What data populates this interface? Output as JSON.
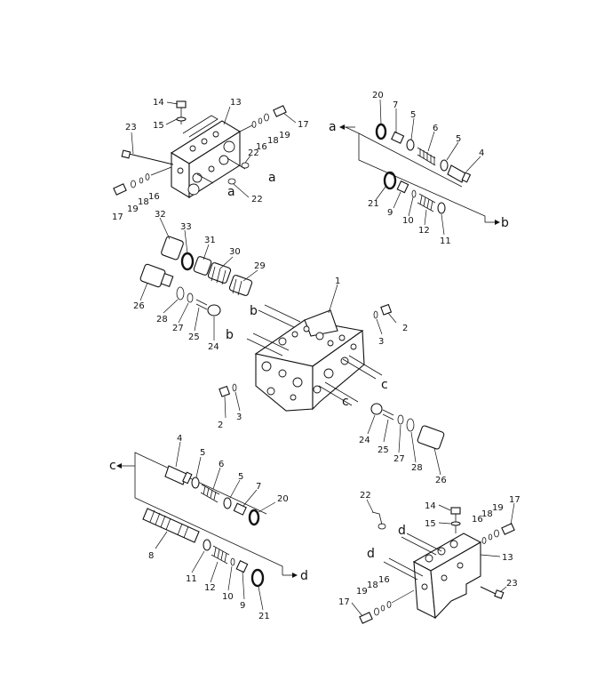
{
  "callouts": {
    "tl_14": "14",
    "tl_13": "13",
    "tl_15": "15",
    "tl_17a": "17",
    "tl_16a": "16",
    "tl_18a": "18",
    "tl_19a": "19",
    "tl_23": "23",
    "tl_22a": "22",
    "tl_a1": "a",
    "tl_a2": "a",
    "tl_22b": "22",
    "tl_17b": "17",
    "tl_19b": "19",
    "tl_18b": "18",
    "tl_16b": "16",
    "tr_20": "20",
    "tr_7": "7",
    "tr_5a": "5",
    "tr_6": "6",
    "tr_5b": "5",
    "tr_4": "4",
    "tr_a": "a",
    "tr_21": "21",
    "tr_9": "9",
    "tr_10": "10",
    "tr_12": "12",
    "tr_11": "11",
    "tr_b": "b",
    "m_32": "32",
    "m_33": "33",
    "m_31": "31",
    "m_30": "30",
    "m_29": "29",
    "m_26a": "26",
    "m_28a": "28",
    "m_27a": "27",
    "m_25a": "25",
    "m_24a": "24",
    "m_1": "1",
    "m_b1": "b",
    "m_b2": "b",
    "m_2a": "2",
    "m_3a": "3",
    "m_c1": "c",
    "m_c2": "c",
    "m_2b": "2",
    "m_3b": "3",
    "m_24b": "24",
    "m_25b": "25",
    "m_27b": "27",
    "m_28b": "28",
    "m_26b": "26",
    "bl_4": "4",
    "bl_5a": "5",
    "bl_6": "6",
    "bl_5b": "5",
    "bl_7": "7",
    "bl_c": "c",
    "bl_20": "20",
    "bl_8": "8",
    "bl_11": "11",
    "bl_12": "12",
    "bl_10": "10",
    "bl_9": "9",
    "bl_d": "d",
    "bl_21": "21",
    "br_22": "22",
    "br_14": "14",
    "br_15": "15",
    "br_17a": "17",
    "br_16a": "16",
    "br_18a": "18",
    "br_19a": "19",
    "br_d1": "d",
    "br_d2": "d",
    "br_13": "13",
    "br_23": "23",
    "br_17b": "17",
    "br_19b": "19",
    "br_18b": "18",
    "br_16b": "16"
  }
}
